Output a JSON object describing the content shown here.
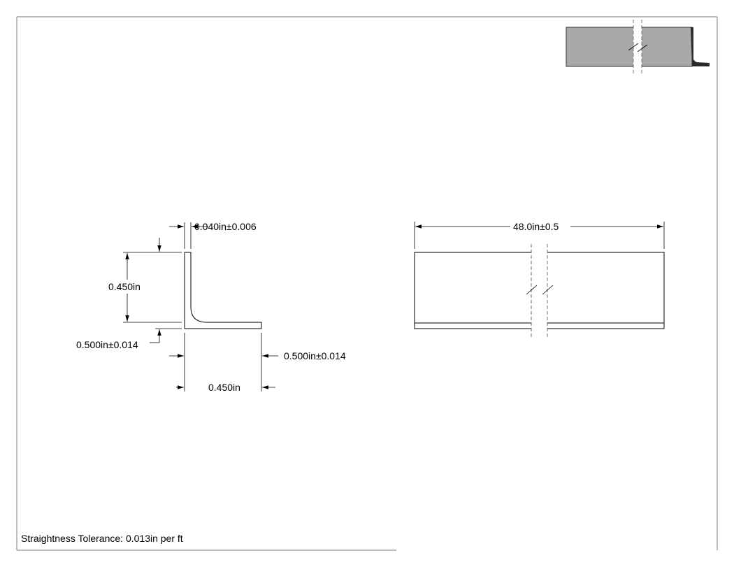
{
  "dimensions": {
    "thickness": "0.040in±0.006",
    "leg_height": "0.450in",
    "leg_width": "0.450in",
    "outer_height": "0.500in±0.014",
    "outer_width": "0.500in±0.014",
    "length": "48.0in±0.5"
  },
  "notes": {
    "straightness": "Straightness Tolerance: 0.013in per ft"
  },
  "colors": {
    "iso_face": "#a9a9a9",
    "iso_edge": "#2a2a2a",
    "lines": "#000000"
  }
}
